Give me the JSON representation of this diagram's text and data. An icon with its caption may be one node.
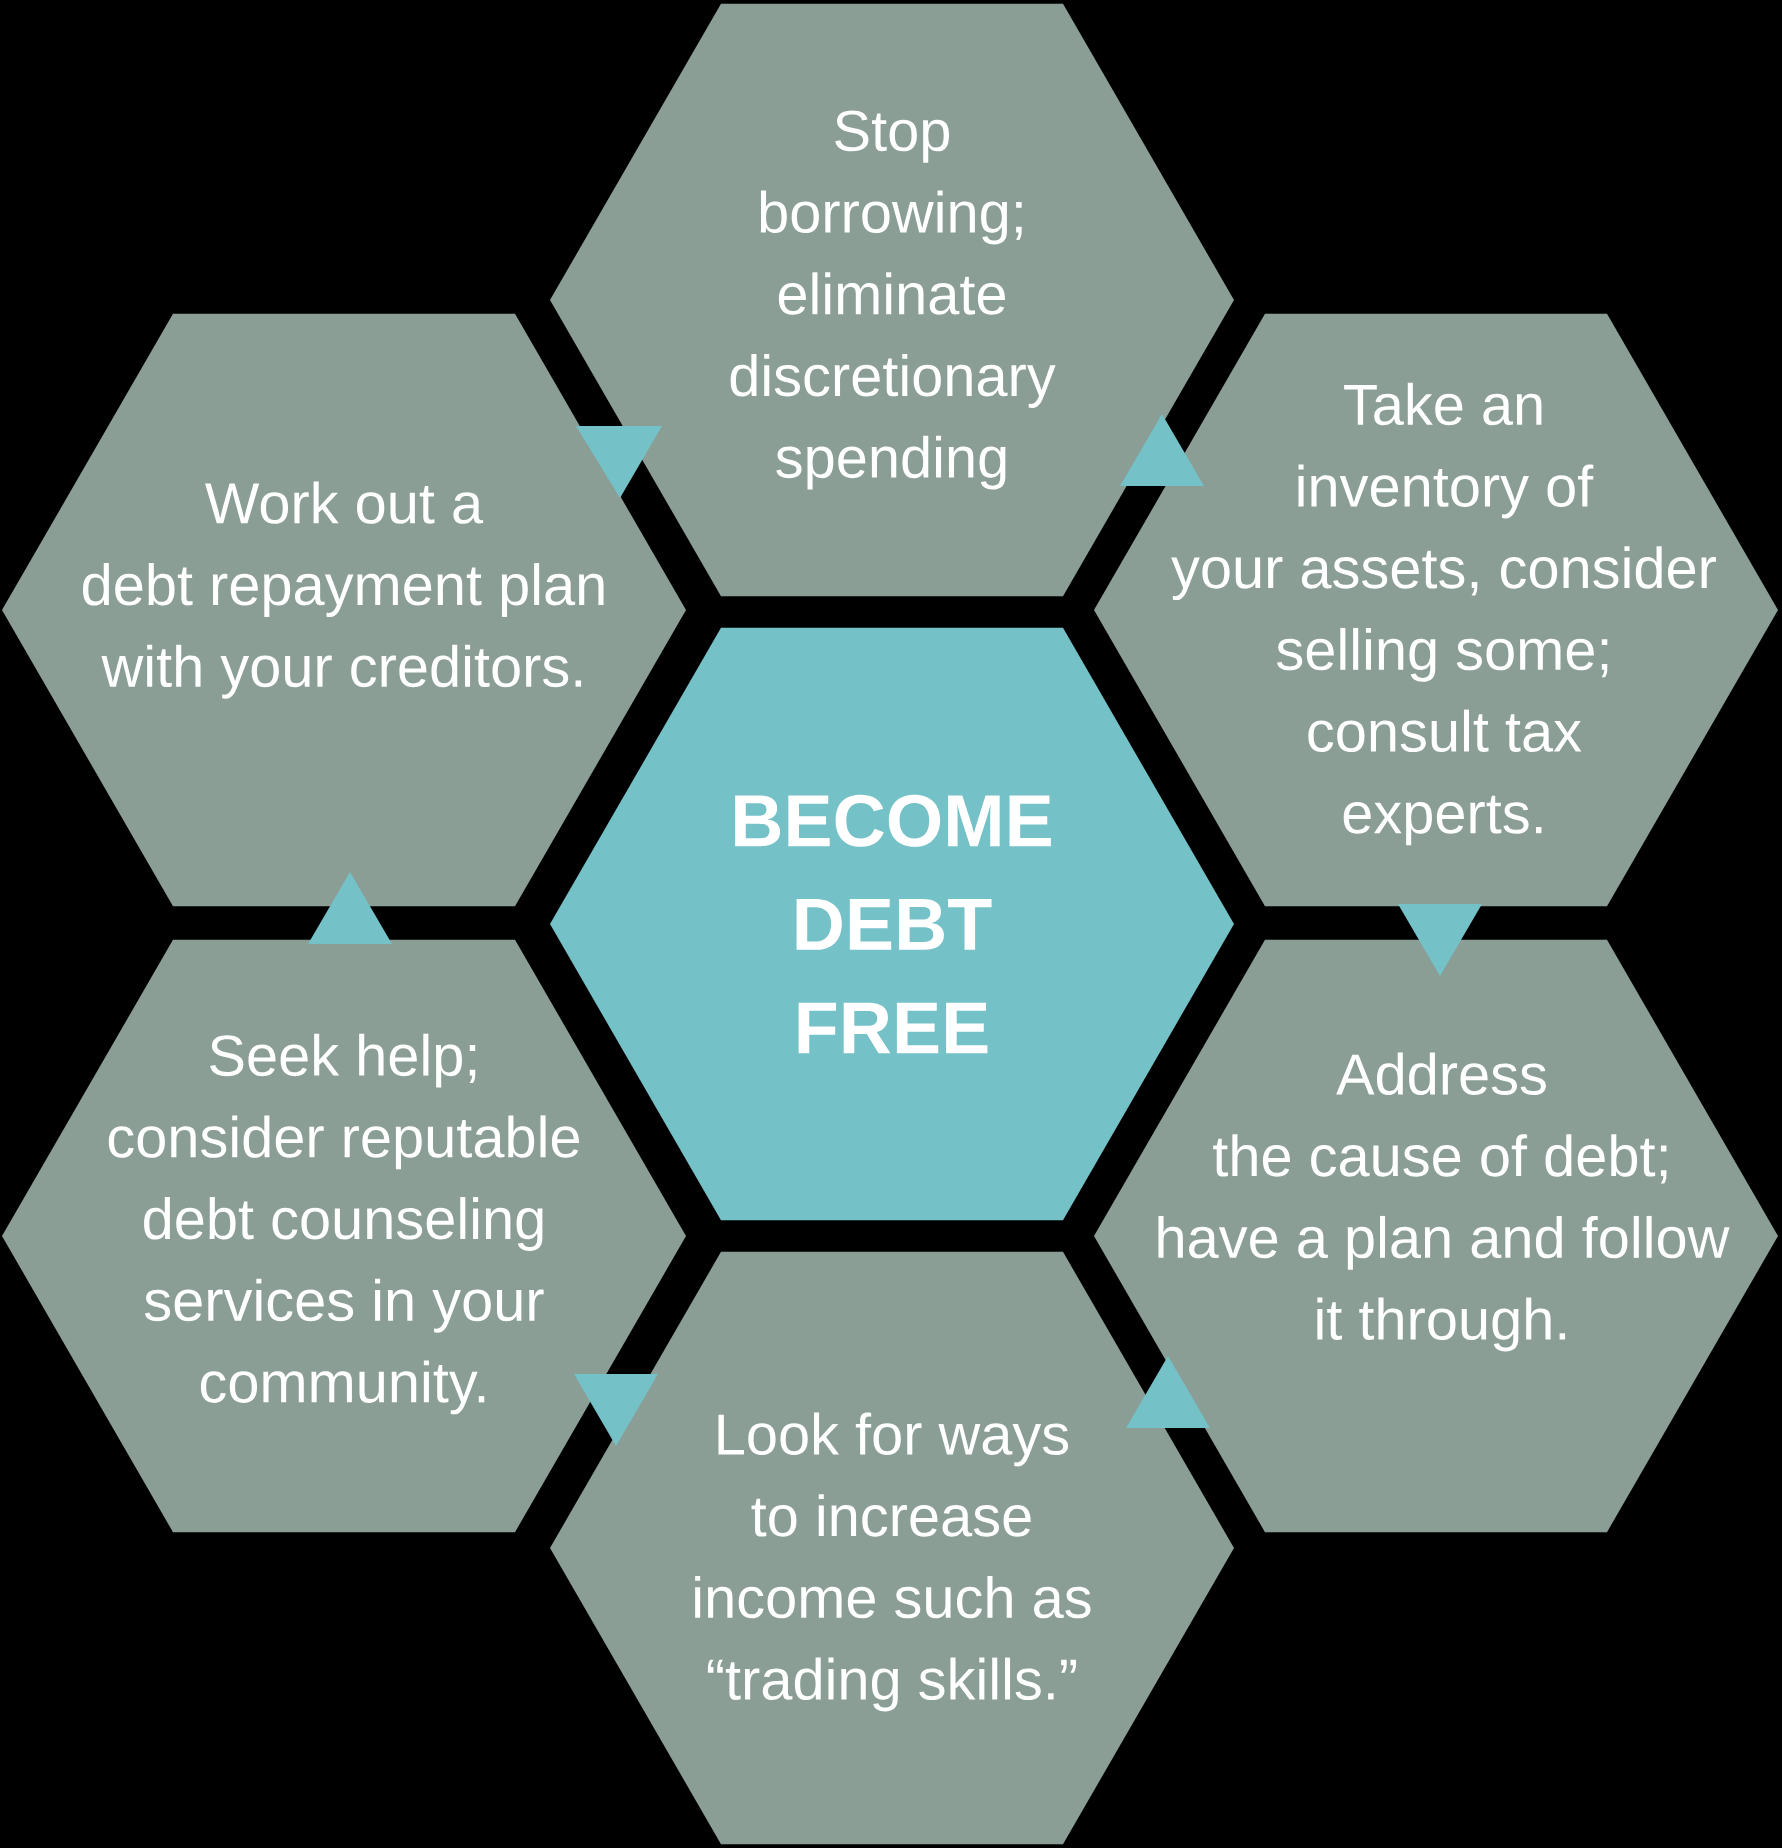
{
  "diagram": {
    "nodes": [
      {
        "text": [
          "Stop borrowing; eliminate discretionary spending"
        ]
      },
      {
        "text": [
          "Work out a debt repayment plan with your creditors."
        ]
      },
      {
        "text": [
          "Take an inventory of your assets, consider selling some; consult tax experts."
        ]
      },
      {
        "text": [
          "BECOME DEBT FREE"
        ]
      },
      {
        "text": [
          "Seek help; consider reputable debt counseling services in your community."
        ]
      },
      {
        "text": [
          "Address the cause of debt; have a plan and follow it through."
        ]
      },
      {
        "text": [
          "Look for ways to increase income such as “trading skills.”"
        ]
      }
    ]
  }
}
